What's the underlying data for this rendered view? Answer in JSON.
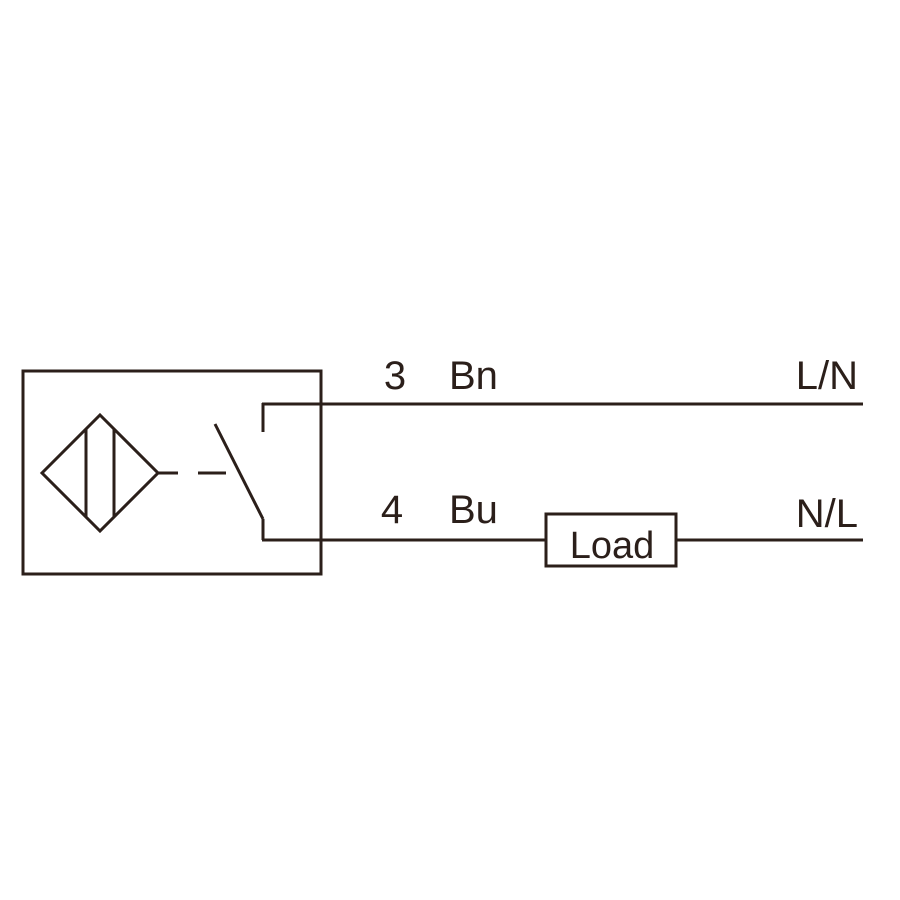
{
  "colors": {
    "line": "#2b1f1a",
    "background": "#ffffff"
  },
  "wires": [
    {
      "number": "3",
      "color_code": "Bn",
      "terminal": "L/N"
    },
    {
      "number": "4",
      "color_code": "Bu",
      "terminal": "N/L"
    }
  ],
  "load": {
    "label": "Load"
  },
  "icons": {
    "sensor": "inductive-sensor-symbol-icon",
    "switch": "normally-open-switch-icon"
  }
}
